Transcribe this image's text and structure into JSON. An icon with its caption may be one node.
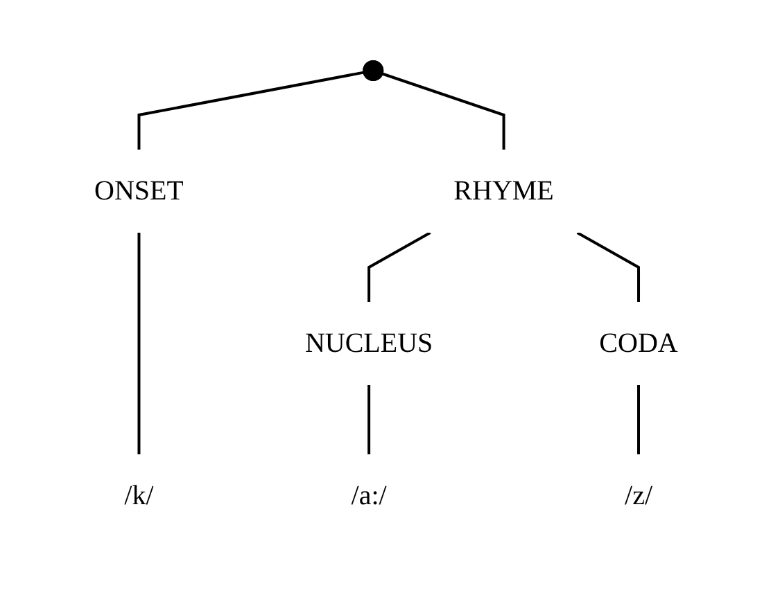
{
  "diagram": {
    "nodes": [
      {
        "text": [],
        "shape": "point"
      },
      {
        "text": [
          "ONSET"
        ]
      },
      {
        "text": [
          "RHYME"
        ]
      },
      {
        "text": [
          "NUCLEUS"
        ]
      },
      {
        "text": [
          "CODA"
        ]
      },
      {
        "text": [
          "/k/"
        ]
      },
      {
        "text": [
          "/a:/"
        ]
      },
      {
        "text": [
          "/z/"
        ]
      }
    ],
    "edges": [
      {
        "from": 0,
        "to": 1,
        "arrow": "none"
      },
      {
        "from": 0,
        "to": 2,
        "arrow": "none"
      },
      {
        "from": 1,
        "to": 5,
        "arrow": "none"
      },
      {
        "from": 2,
        "to": 3,
        "arrow": "none"
      },
      {
        "from": 2,
        "to": 4,
        "arrow": "none"
      },
      {
        "from": 3,
        "to": 6,
        "arrow": "none"
      },
      {
        "from": 4,
        "to": 7,
        "arrow": "none"
      }
    ]
  }
}
